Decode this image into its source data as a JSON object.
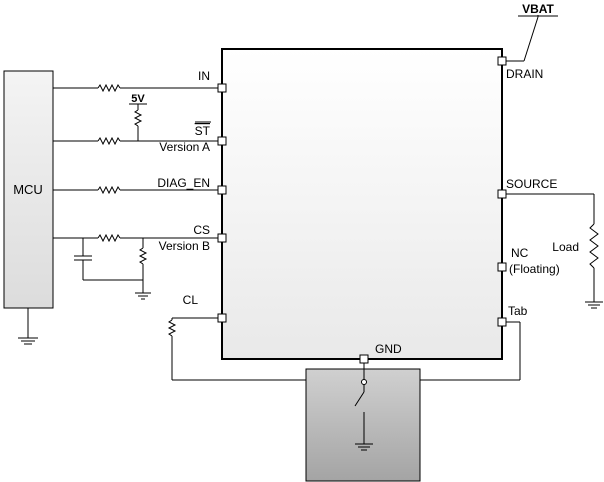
{
  "labels": {
    "vbat": "VBAT",
    "v5": "5V",
    "mcu": "MCU",
    "pin_in": "IN",
    "pin_st": "ST",
    "version_a": "Version A",
    "pin_diag": "DIAG_EN",
    "pin_cs": "CS",
    "version_b": "Version B",
    "pin_cl": "CL",
    "pin_drain": "DRAIN",
    "pin_source": "SOURCE",
    "pin_nc": "NC",
    "floating": "(Floating)",
    "pin_tab": "Tab",
    "pin_gnd": "GND",
    "load": "Load"
  },
  "colors": {
    "line": "#000000",
    "mcu_fill_top": "#f4f4f4",
    "mcu_fill_bottom": "#dcdcdc",
    "chip_fill_top": "#ffffff",
    "chip_fill_bottom": "#e9e9e9",
    "ground_box_top": "#d0d0d0",
    "ground_box_bottom": "#a4a4a4"
  }
}
